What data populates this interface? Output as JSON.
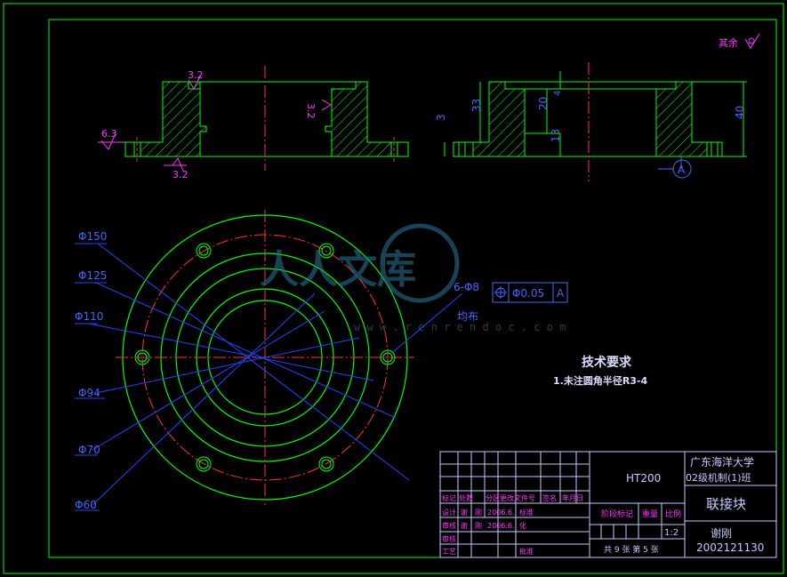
{
  "corner_mark": {
    "label": "其余"
  },
  "section_view": {
    "roughness": [
      "3.2",
      "3.2",
      "6.3",
      "3.2"
    ]
  },
  "side_view": {
    "dims": [
      "33",
      "20",
      "13",
      "3",
      "40",
      "4"
    ],
    "datum": "A"
  },
  "plan_view": {
    "diameters": [
      "Φ150",
      "Φ125",
      "Φ110",
      "Φ94",
      "Φ70",
      "Φ60"
    ],
    "hole_note_top": "6-Φ8",
    "hole_note_bottom": "均布",
    "position_tolerance": "Φ0.05",
    "tolerance_datum": "A"
  },
  "tech_requirements": {
    "title": "技术要求",
    "items": [
      "1.未注圆角半径R3-4"
    ]
  },
  "watermark": {
    "text": "人人文库",
    "url": "w w w . r e n r e n d o c . c o m"
  },
  "title_block": {
    "material": "HT200",
    "school": "广东海洋大学",
    "class": "02级机制(1)班",
    "part_name": "联接块",
    "drawer": "谢刚",
    "student_no": "2002121130",
    "scale": "1:2",
    "sheets": "共 9 张   第 5 张",
    "headers": [
      "标记",
      "处数",
      "分区",
      "更改文件号",
      "签名",
      "年月日"
    ],
    "row_design": [
      "设计",
      "谢",
      "刚",
      "2006.6.",
      "标准"
    ],
    "row_review": [
      "审核",
      "谢",
      "刚",
      "2006.6.",
      "化"
    ],
    "row_process": [
      "工艺",
      "",
      "",
      "",
      "批准"
    ],
    "stage_labels": [
      "阶段标记",
      "重量",
      "比例"
    ],
    "review_label": "审核"
  }
}
